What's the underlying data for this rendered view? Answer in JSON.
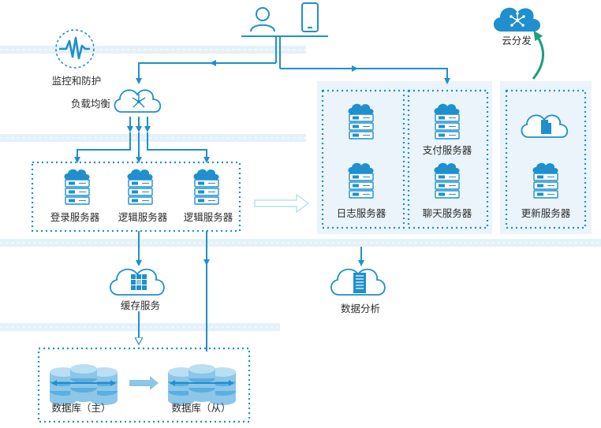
{
  "colors": {
    "primary": "#1f8fce",
    "dashed_box": "#1f8fce",
    "band": "#e4f1f9",
    "panel_bg": "#eaf4fa",
    "green_arrow": "#1aa07a",
    "cloud_fill": "#ffffff",
    "db_fill": "#8cc6e8"
  },
  "labels": {
    "monitor": "监控和防护",
    "lb": "负载均衡",
    "login": "登录服务器",
    "logic1": "逻辑服务器",
    "logic2": "逻辑服务器",
    "cache": "缓存服务",
    "db_master": "数据库（主）",
    "db_slave": "数据库（从）",
    "log": "日志服务器",
    "pay": "支付服务器",
    "chat": "聊天服务器",
    "update": "更新服务器",
    "analytics": "数据分析",
    "cloud_dist": "云分发"
  },
  "icons": {
    "user": "user-icon",
    "phone": "phone-icon",
    "monitor": "heartbeat-monitor-icon",
    "lb": "load-balancer-cloud-icon",
    "server": "cloud-server-icon",
    "cache": "cache-cloud-icon",
    "database": "database-icon",
    "update": "document-cloud-icon",
    "analytics": "server-rack-cloud-icon",
    "cloud_dist": "network-cloud-icon"
  }
}
